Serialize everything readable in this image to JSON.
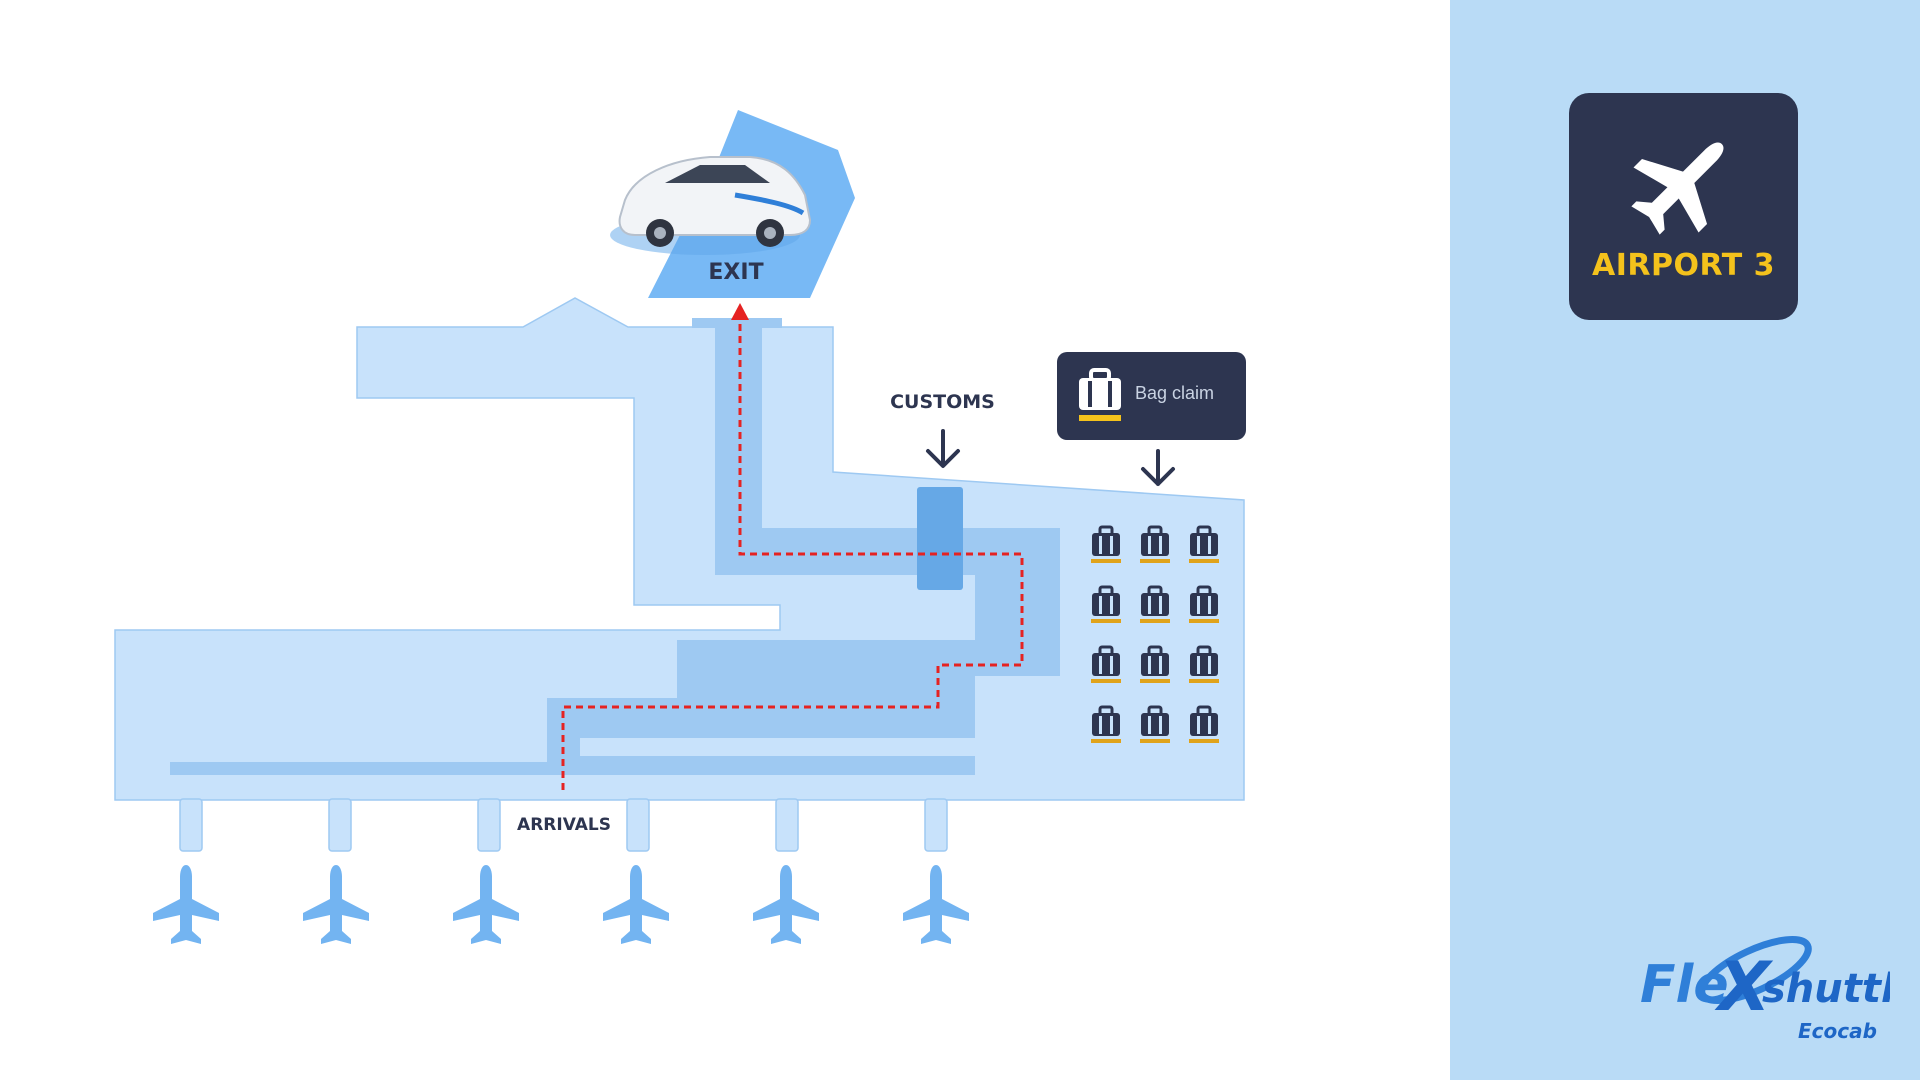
{
  "exit": {
    "label": "EXIT"
  },
  "customs": {
    "label": "CUSTOMS"
  },
  "arrivals": {
    "label": "ARRIVALS"
  },
  "bag_claim": {
    "label": "Bag claim",
    "icon": "luggage-icon"
  },
  "airport": {
    "label": "AIRPORT 3",
    "icon": "airplane-icon"
  },
  "logo": {
    "brand": "Flexshuttle",
    "sub_brand": "Ecocab"
  },
  "vehicle": {
    "icon": "taxi-car-icon"
  },
  "gates": {
    "count": 6,
    "icon": "airplane-icon"
  },
  "baggage_carousels": {
    "rows": 4,
    "columns": 3,
    "icon": "suitcase-icon"
  },
  "route": {
    "style": "dashed",
    "direction": "arrivals-to-exit"
  },
  "colors": {
    "terminal": "#c8e2fb",
    "walkway": "#9ec9f2",
    "customs_gate": "#66a8e6",
    "route": "#e52222",
    "dark": "#2d3550",
    "accent": "#f4c21c",
    "plane": "#73b4f1",
    "side_panel": "#b9dbf6",
    "exit_zone": "#78b9f5"
  }
}
